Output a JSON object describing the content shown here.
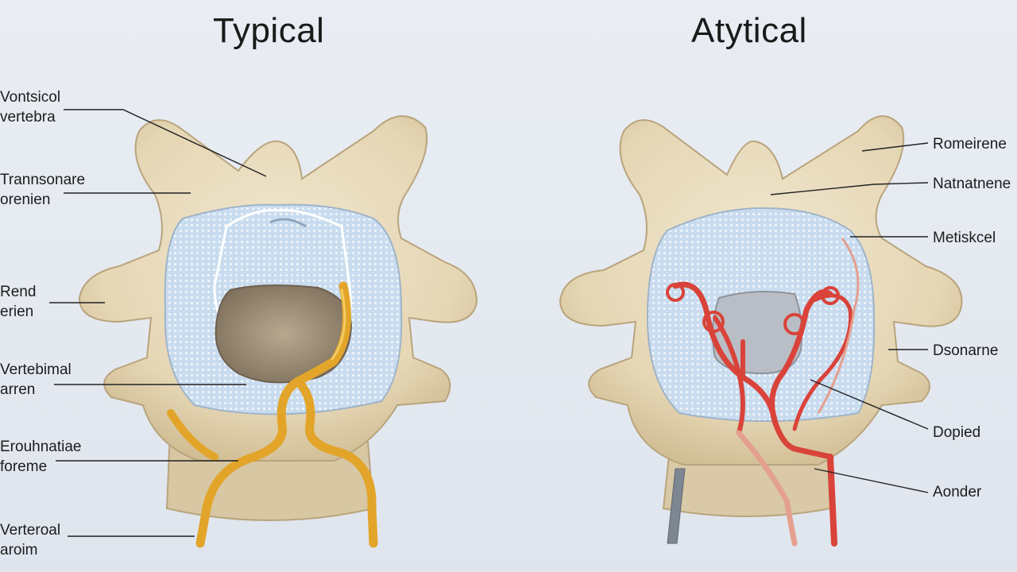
{
  "titles": {
    "left": "Typical",
    "right": "Atytical"
  },
  "left_labels": [
    {
      "line1": "Vontsicol",
      "line2": "vertebra"
    },
    {
      "line1": "Trannsonare",
      "line2": "orenien"
    },
    {
      "line1": "Rend",
      "line2": "erien"
    },
    {
      "line1": "Vertebimal",
      "line2": "arren"
    },
    {
      "line1": "Erouhnatiae",
      "line2": "foreme"
    },
    {
      "line1": "Verteroal",
      "line2": "aroim"
    }
  ],
  "right_labels": [
    "Romeirene",
    "Natnatnene",
    "Metiskcel",
    "Dsonarne",
    "Dopied",
    "Aonder"
  ],
  "colors": {
    "bone": "#e8dcc0",
    "bone_shadow": "#c9b78f",
    "disc": "#cfe0f0",
    "nerve": "#e8a928",
    "artery": "#d9433a",
    "canal": "#8a7a65"
  }
}
